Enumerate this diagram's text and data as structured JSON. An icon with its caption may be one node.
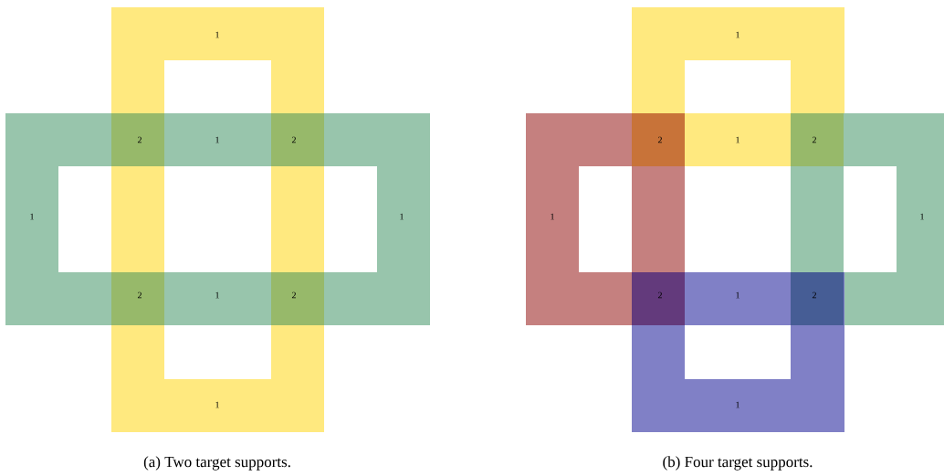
{
  "diagram": {
    "labels": [
      "1",
      "2",
      "1",
      "2",
      "1",
      "1",
      "2",
      "1",
      "2",
      "1",
      "1",
      "2",
      "1",
      "2",
      "1",
      "1",
      "2",
      "1",
      "2",
      "1",
      "(a) Two target supports.",
      "(b) Four target supports."
    ]
  }
}
